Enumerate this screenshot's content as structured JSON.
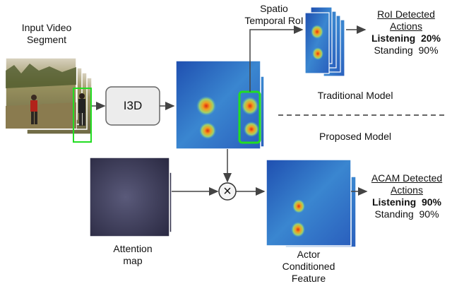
{
  "labels": {
    "input_line1": "Input Video",
    "input_line2": "Segment",
    "i3d": "I3D",
    "roi_line1": "Spatio",
    "roi_line2": "Temporal RoI",
    "traditional": "Traditional Model",
    "proposed": "Proposed Model",
    "attention_line1": "Attention",
    "attention_line2": "map",
    "actor_line1": "Actor",
    "actor_line2": "Conditioned",
    "actor_line3": "Feature",
    "multiply_symbol": "×"
  },
  "roi_results": {
    "title_line1": "RoI Detected",
    "title_line2": "Actions",
    "items": [
      {
        "label": "Listening",
        "value": "20%"
      },
      {
        "label": "Standing",
        "value": "90%"
      }
    ]
  },
  "acam_results": {
    "title_line1": "ACAM Detected",
    "title_line2": "Actions",
    "items": [
      {
        "label": "Listening",
        "value": "90%"
      },
      {
        "label": "Standing",
        "value": "90%"
      }
    ]
  },
  "colors": {
    "bbox": "#22dd22",
    "arrow": "#444444",
    "i3d_box_fill": "#ececec",
    "attention_map": "#3b3a55",
    "feature_map": "#2e6fc4"
  }
}
